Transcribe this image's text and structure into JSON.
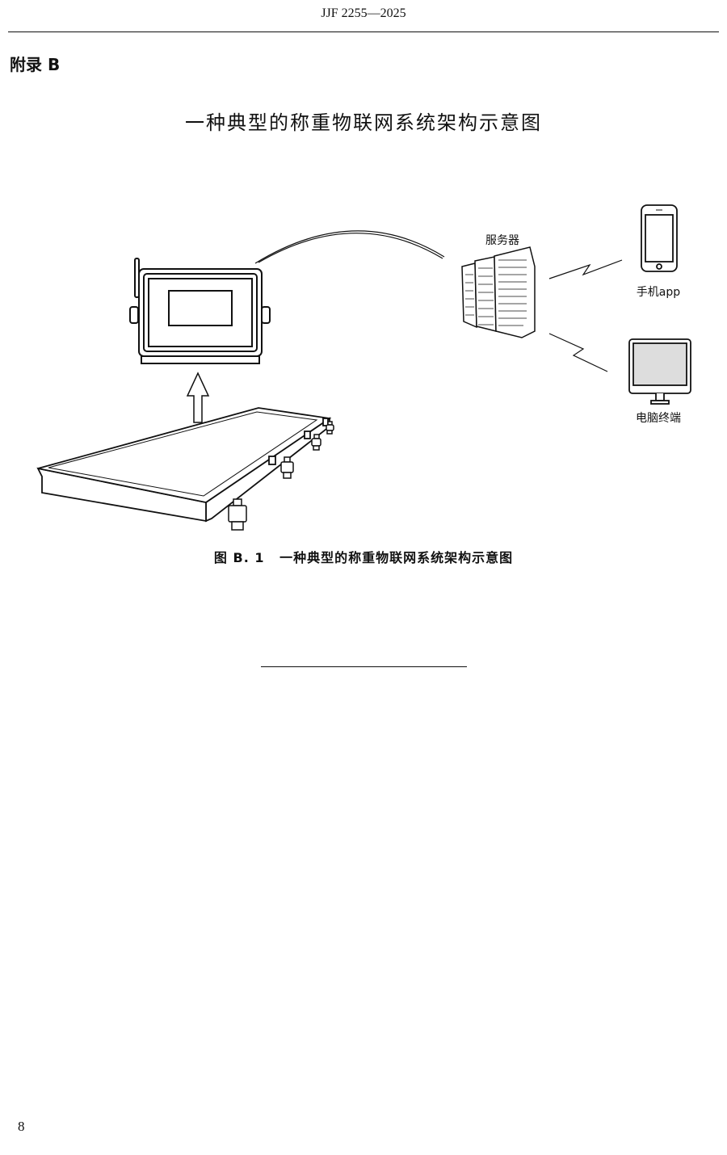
{
  "header": {
    "standard_code": "JJF 2255—2025"
  },
  "appendix_label": "附录 B",
  "title": "一种典型的称重物联网系统架构示意图",
  "diagram": {
    "server_label": "服务器",
    "phone_label": "手机app",
    "computer_label": "电脑终端"
  },
  "caption": {
    "number": "图 B. 1",
    "text": "一种典型的称重物联网系统架构示意图"
  },
  "page_number": "8"
}
